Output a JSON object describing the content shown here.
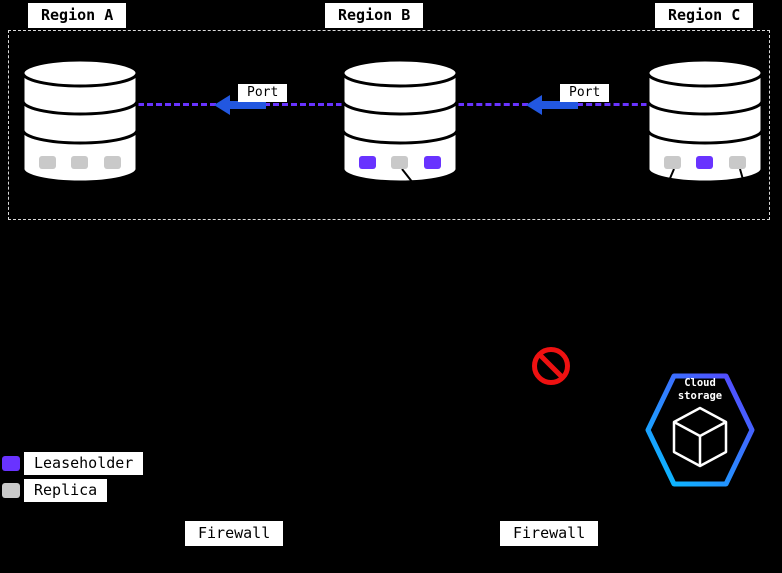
{
  "regions": [
    {
      "label": "Region A",
      "replicas": [
        "replica",
        "replica",
        "replica"
      ]
    },
    {
      "label": "Region B",
      "replicas": [
        "leaseholder",
        "replica",
        "leaseholder"
      ]
    },
    {
      "label": "Region C",
      "replicas": [
        "replica",
        "leaseholder",
        "replica"
      ]
    }
  ],
  "connections": [
    {
      "port_label": "Port",
      "direction": "left"
    },
    {
      "port_label": "Port",
      "direction": "left"
    }
  ],
  "legend": {
    "items": [
      {
        "label": "Leaseholder",
        "type": "leaseholder"
      },
      {
        "label": "Replica",
        "type": "replica"
      }
    ]
  },
  "firewalls": [
    {
      "label": "Firewall"
    },
    {
      "label": "Firewall"
    }
  ],
  "cloud_storage": {
    "label": "Cloud storage"
  },
  "colors": {
    "background": "#000000",
    "label_bg": "#ffffff",
    "label_fg": "#000000",
    "leaseholder": "#6933ff",
    "replica": "#c9c9c9",
    "link": "#6933ff",
    "arrow": "#2257e0",
    "prohibited": "#ee1111",
    "cluster_border": "#d9d9d9",
    "db_fill": "#ffffff",
    "db_stroke": "#000000",
    "hex_start": "#00c8ff",
    "hex_end": "#5f3bff",
    "cloud_icon": "#ffffff"
  }
}
